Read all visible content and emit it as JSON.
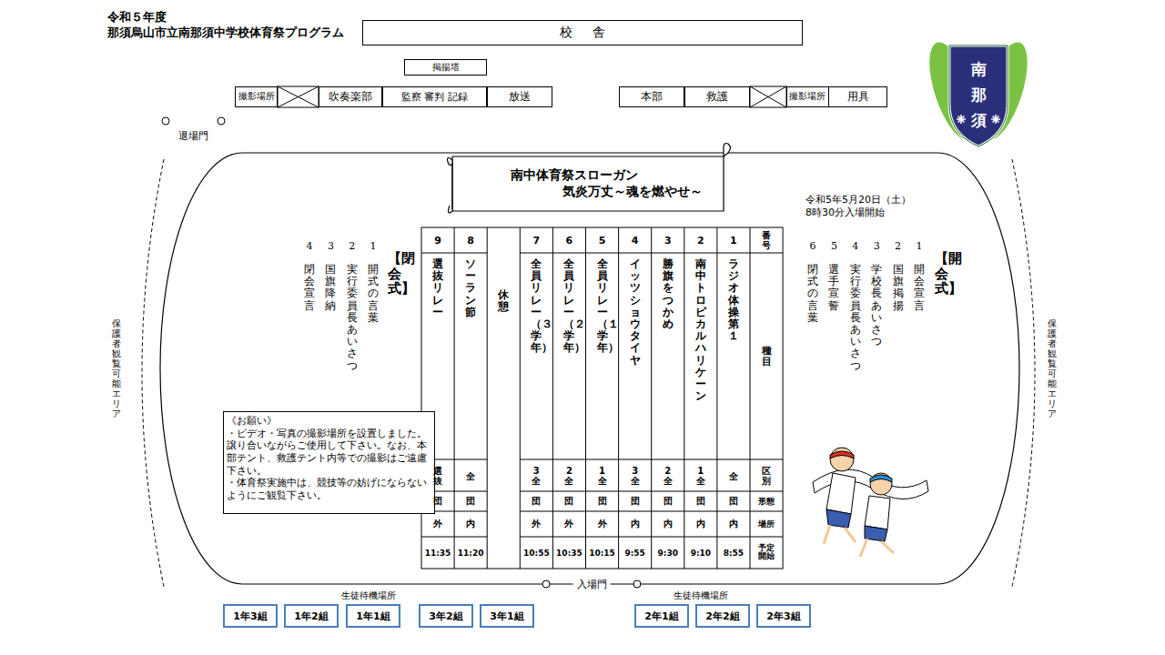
{
  "diagram": {
    "title": "令和５年度 那須烏山市立南那須中学校体育祭プログラム",
    "nodes": [
      {
        "text": [
          "校舎"
        ]
      },
      {
        "text": [
          "掲揚塔"
        ]
      },
      {
        "text": [
          "撮影場所"
        ]
      },
      {
        "text": [
          "吹奏楽部"
        ]
      },
      {
        "text": [
          "監察 審判 記録"
        ]
      },
      {
        "text": [
          "放送"
        ]
      },
      {
        "text": [
          "本部"
        ]
      },
      {
        "text": [
          "救護"
        ]
      },
      {
        "text": [
          "撮影場所"
        ]
      },
      {
        "text": [
          "用具"
        ]
      },
      {
        "text": [
          "南中体育祭スローガン",
          "気炎万丈～魂を燃やせ～"
        ]
      },
      {
        "text": [
          "《お願い》",
          "・ビデオ・写真の撮影場所を設置しました。譲り合いながらご使用して下さい。なお、本部テント、救護テント内等での撮影はご遠慮下さい。",
          "・体育祭実施中は、競技等の妨げにならないようにご観覧下さい。"
        ]
      },
      {
        "text": [
          "1年3組"
        ]
      },
      {
        "text": [
          "1年2組"
        ]
      },
      {
        "text": [
          "1年1組"
        ]
      },
      {
        "text": [
          "3年2組"
        ]
      },
      {
        "text": [
          "3年1組"
        ]
      },
      {
        "text": [
          "2年1組"
        ]
      },
      {
        "text": [
          "2年2組"
        ]
      },
      {
        "text": [
          "2年3組"
        ]
      }
    ],
    "labels": [
      "退場門",
      "保護者観覧可能エリア",
      "保護者観覧可能エリア",
      "令和5年5月20日（土） 8時30分入場開始",
      "【開会式】",
      "1",
      "開会宣言",
      "2",
      "国旗掲揚",
      "3",
      "学校長あいさつ",
      "4",
      "実行委員長あいさつ",
      "5",
      "選手宣誓",
      "6",
      "閉式の言葉",
      "【閉会式】",
      "1",
      "開式の言葉",
      "2",
      "実行委員長あいさつ",
      "3",
      "国旗降納",
      "4",
      "閉会宣言",
      "番号",
      "種目",
      "区別",
      "形態",
      "場所",
      "予定開始",
      "1",
      "ラジオ体操第１",
      "全",
      "団",
      "内",
      "8:55",
      "2",
      "南中トロピカルハリケーン",
      "1全",
      "団",
      "内",
      "9:10",
      "3",
      "勝旗をつかめ",
      "2全",
      "団",
      "内",
      "9:30",
      "4",
      "イッツ ショウタイヤ",
      "3全",
      "団",
      "内",
      "9:55",
      "5",
      "全員リレー（１学年）",
      "1全",
      "団",
      "外",
      "10:15",
      "6",
      "全員リレー（２学年）",
      "2全",
      "団",
      "外",
      "10:35",
      "7",
      "全員リレー（３学年）",
      "3全",
      "団",
      "外",
      "10:55",
      "休憩",
      "8",
      "ソーラン節",
      "全",
      "団",
      "内",
      "11:20",
      "9",
      "選抜リレー",
      "選抜",
      "団",
      "外",
      "11:35",
      "入場門",
      "生徒待機場所",
      "生徒待機場所",
      "南",
      "那",
      "須"
    ]
  }
}
